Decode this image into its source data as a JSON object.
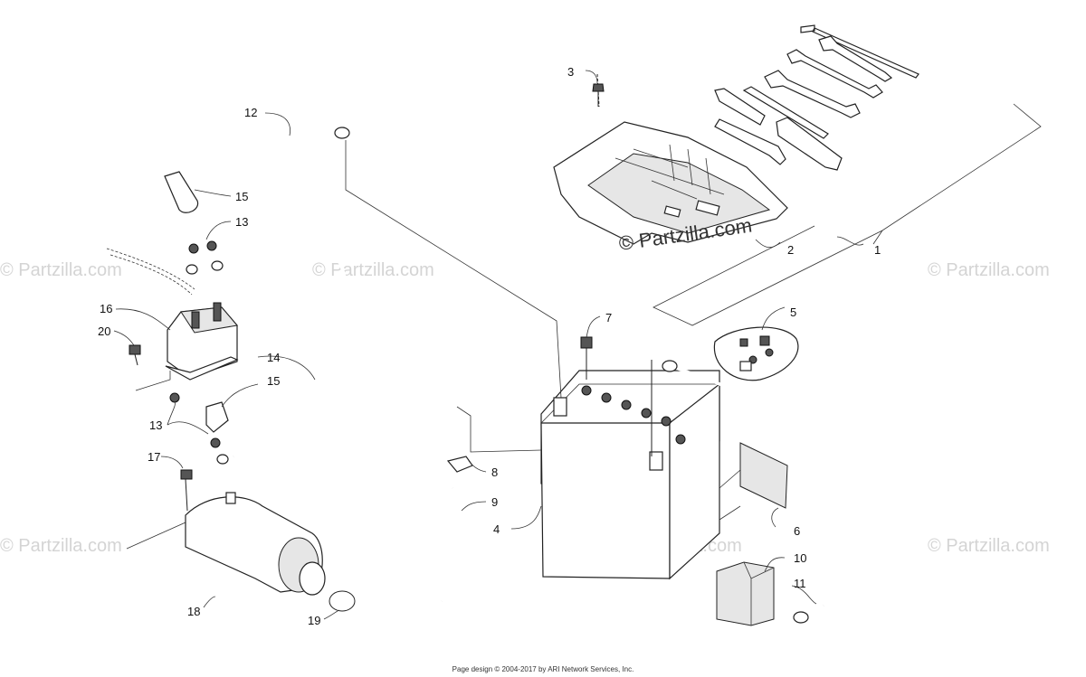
{
  "watermark": {
    "text": "© Partzilla.com",
    "main_text": "© Partzilla.com"
  },
  "footer": {
    "credit": "Page design © 2004-2017 by ARI Network Services, Inc."
  },
  "callouts": {
    "c1": "1",
    "c2": "2",
    "c3": "3",
    "c4": "4",
    "c5": "5",
    "c6": "6",
    "c7": "7",
    "c8": "8",
    "c9": "9",
    "c10": "10",
    "c11": "11",
    "c12": "12",
    "c13a": "13",
    "c13b": "13",
    "c14": "14",
    "c15a": "15",
    "c15b": "15",
    "c16": "16",
    "c17": "17",
    "c18": "18",
    "c19": "19",
    "c20": "20"
  }
}
